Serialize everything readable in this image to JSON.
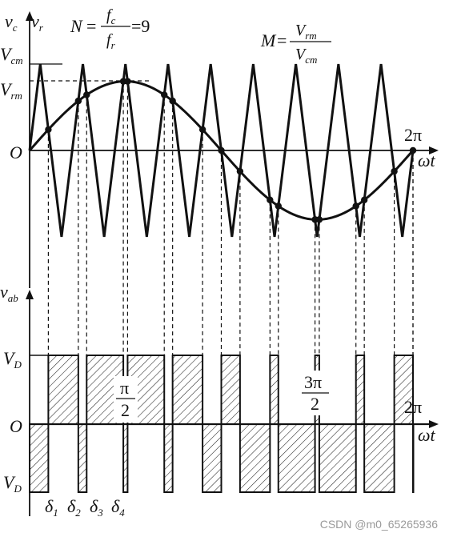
{
  "top": {
    "axis_label_vc": "v",
    "axis_label_vc_sub": "c",
    "axis_label_vr": "v",
    "axis_label_vr_sub": "r",
    "label_vcm": "V",
    "label_vcm_sub": "cm",
    "label_vrm": "V",
    "label_vrm_sub": "rm",
    "origin": "O",
    "two_pi": "2π",
    "omega_t": "ωt",
    "formula_N": {
      "lhs": "N",
      "num": "f",
      "num_sub": "c",
      "den": "f",
      "den_sub": "r",
      "rhs": "=9"
    },
    "formula_M": {
      "lhs": "M",
      "num": "V",
      "num_sub": "rm",
      "den": "V",
      "den_sub": "cm"
    },
    "frequency_ratio": 9,
    "modulation_index": 0.8
  },
  "bottom": {
    "axis_label": "v",
    "axis_label_sub": "ab",
    "label_vd_pos": "V",
    "label_vd_pos_sub": "D",
    "label_vd_neg": "V",
    "label_vd_neg_sub": "D",
    "origin": "O",
    "two_pi": "2π",
    "omega_t": "ωt",
    "pi_half": {
      "num": "π",
      "den": "2"
    },
    "three_pi_half": {
      "num": "3π",
      "den": "2"
    },
    "deltas": [
      {
        "sym": "δ",
        "sub": "1"
      },
      {
        "sym": "δ",
        "sub": "2"
      },
      {
        "sym": "δ",
        "sub": "3"
      },
      {
        "sym": "δ",
        "sub": "4"
      }
    ]
  },
  "watermark": "CSDN @m0_65265936"
}
